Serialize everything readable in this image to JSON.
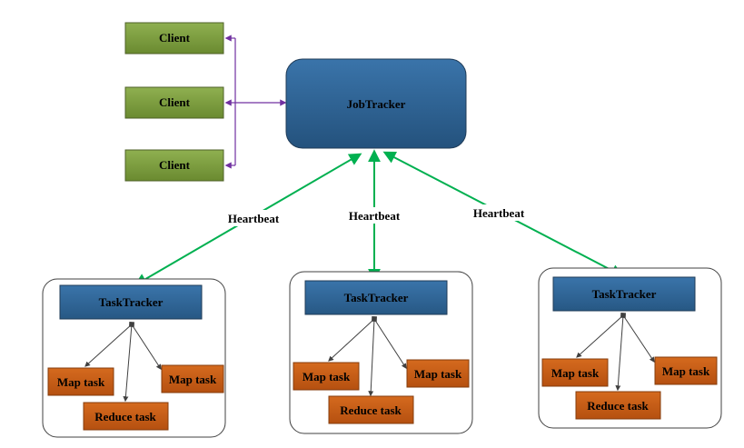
{
  "clients": [
    {
      "label": "Client"
    },
    {
      "label": "Client"
    },
    {
      "label": "Client"
    }
  ],
  "jobtracker": {
    "label": "JobTracker"
  },
  "heartbeats": [
    {
      "label": "Heartbeat"
    },
    {
      "label": "Heartbeat"
    },
    {
      "label": "Heartbeat"
    }
  ],
  "trackers": [
    {
      "label": "TaskTracker",
      "map_left": "Map task",
      "map_right": "Map task",
      "reduce": "Reduce task"
    },
    {
      "label": "TaskTracker",
      "map_left": "Map task",
      "map_right": "Map task",
      "reduce": "Reduce task"
    },
    {
      "label": "TaskTracker",
      "map_left": "Map task",
      "map_right": "Map task",
      "reduce": "Reduce task"
    }
  ],
  "colors": {
    "client_fill": "#77933c",
    "jobtracker_fill": "#2e6394",
    "tasktracker_fill": "#2f6395",
    "task_fill": "#c55a11",
    "heartbeat_line": "#00b050",
    "client_line": "#7030a0",
    "inner_arrow": "#404040"
  }
}
